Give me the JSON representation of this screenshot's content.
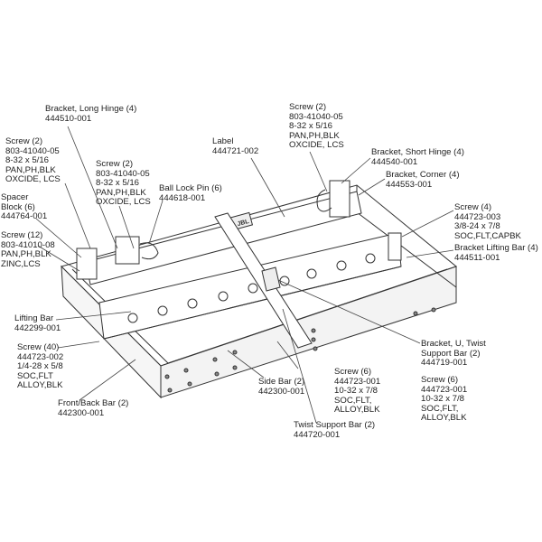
{
  "callouts": {
    "long_hinge": [
      "Bracket, Long Hinge (4)",
      "444510-001"
    ],
    "screw_left": [
      "Screw (2)",
      "803-41040-05",
      "8-32 x 5/16",
      "PAN,PH,BLK",
      "OXCIDE, LCS"
    ],
    "screw_mid": [
      "Screw (2)",
      "803-41040-05",
      "8-32 x 5/16",
      "PAN,PH,BLK",
      "OXCIDE, LCS"
    ],
    "ball_lock_pin": [
      "Ball Lock Pin (6)",
      "444618-001"
    ],
    "spacer_block": [
      "Spacer",
      "Block (6)",
      "444764-001"
    ],
    "screw_12": [
      "Screw (12)",
      "803-41010-08",
      "PAN,PH,BLK",
      "ZINC,LCS"
    ],
    "label": [
      "Label",
      "444721-002"
    ],
    "screw_right": [
      "Screw (2)",
      "803-41040-05",
      "8-32 x 5/16",
      "PAN,PH,BLK",
      "OXCIDE, LCS"
    ],
    "short_hinge": [
      "Bracket, Short Hinge (4)",
      "444540-001"
    ],
    "corner": [
      "Bracket, Corner (4)",
      "444553-001"
    ],
    "screw_4": [
      "Screw (4)",
      "444723-003",
      "3/8-24 x 7/8",
      "SOC,FLT,CAPBK"
    ],
    "bracket_lifting_bar": [
      "Bracket Lifting Bar (4)",
      "444511-001"
    ],
    "lifting_bar": [
      "Lifting Bar",
      "442299-001"
    ],
    "screw_40": [
      "Screw (40)",
      "444723-002",
      "1/4-28 x 5/8",
      "SOC,FLT",
      "ALLOY,BLK"
    ],
    "front_back_bar": [
      "Front/Back Bar (2)",
      "442300-001"
    ],
    "side_bar": [
      "Side Bar (2)",
      "442300-001"
    ],
    "screw_6_mid": [
      "Screw (6)",
      "444723-001",
      "10-32 x 7/8",
      "SOC,FLT,",
      "ALLOY,BLK"
    ],
    "twist_support_bar": [
      "Twist Support Bar (2)",
      "444720-001"
    ],
    "bracket_u": [
      "Bracket, U, Twist",
      "Support Bar (2)",
      "444719-001"
    ],
    "screw_6_right": [
      "Screw (6)",
      "444723-001",
      "10-32 x 7/8",
      "SOC,FLT,",
      "ALLOY,BLK"
    ]
  },
  "logo_text": "JBL"
}
